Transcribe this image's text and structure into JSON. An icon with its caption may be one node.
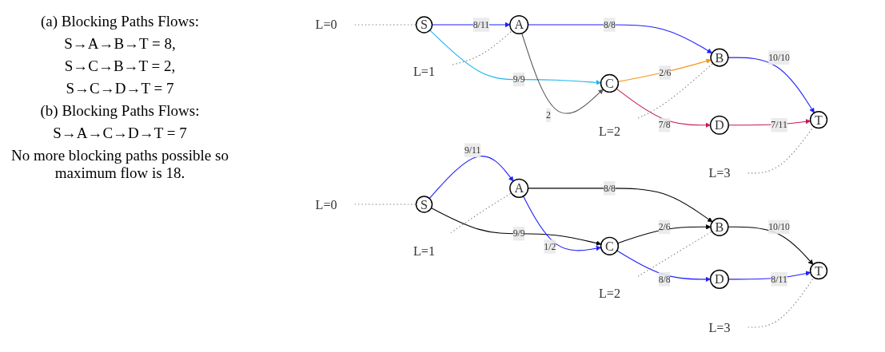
{
  "diagram": {
    "nodes": [
      {
        "text": [
          "L=0"
        ]
      },
      {
        "text": [
          "L=1"
        ]
      },
      {
        "text": [
          "L=2"
        ]
      },
      {
        "text": [
          "L=3"
        ]
      },
      {
        "text": [
          "A"
        ]
      },
      {
        "text": [
          "B"
        ]
      },
      {
        "text": [
          "S"
        ]
      },
      {
        "text": [
          "T"
        ]
      },
      {
        "text": [
          "C"
        ]
      },
      {
        "text": [
          "D"
        ]
      },
      {
        "text": [
          "L=0"
        ]
      },
      {
        "text": [
          "L=1"
        ]
      },
      {
        "text": [
          "L=2"
        ]
      },
      {
        "text": [
          "L=3"
        ]
      },
      {
        "text": [
          "A"
        ]
      },
      {
        "text": [
          "B"
        ]
      },
      {
        "text": [
          "S"
        ]
      },
      {
        "text": [
          "T"
        ]
      },
      {
        "text": [
          "C"
        ]
      },
      {
        "text": [
          "D"
        ]
      }
    ],
    "edges": [
      {
        "from": 6,
        "to": 4,
        "arrow": "to",
        "label": "8/11",
        "color": "#1f1fff"
      },
      {
        "from": 4,
        "to": 5,
        "arrow": "to",
        "label": "8/8",
        "color": "#1f1fff"
      },
      {
        "from": 5,
        "to": 7,
        "arrow": "to",
        "label": "10/10",
        "color": "#1f1fff"
      },
      {
        "from": 6,
        "to": 8,
        "arrow": "to",
        "label": "9/9",
        "color": "#1fb4ee"
      },
      {
        "from": 4,
        "to": 8,
        "arrow": "to",
        "label": "2",
        "color": "#555555"
      },
      {
        "from": 8,
        "to": 5,
        "arrow": "to",
        "label": "2/6",
        "color": "#f7941d"
      },
      {
        "from": 8,
        "to": 9,
        "arrow": "to",
        "label": "7/8",
        "color": "#c8185a"
      },
      {
        "from": 9,
        "to": 7,
        "arrow": "to",
        "label": "7/11",
        "color": "#c8185a"
      },
      {
        "from": 0,
        "to": 6,
        "arrow": "none",
        "style": "dashed",
        "color": "#808080"
      },
      {
        "from": 1,
        "to": 4,
        "arrow": "none",
        "style": "dashed",
        "color": "#808080"
      },
      {
        "from": 2,
        "to": 5,
        "arrow": "none",
        "style": "dashed",
        "color": "#808080"
      },
      {
        "from": 3,
        "to": 7,
        "arrow": "none",
        "style": "dashed",
        "color": "#808080"
      },
      {
        "from": 16,
        "to": 14,
        "arrow": "to",
        "label": "9/11",
        "color": "#1f1fff"
      },
      {
        "from": 14,
        "to": 15,
        "arrow": "to",
        "label": "8/8",
        "color": "#000000"
      },
      {
        "from": 15,
        "to": 17,
        "arrow": "to",
        "label": "10/10",
        "color": "#000000"
      },
      {
        "from": 16,
        "to": 18,
        "arrow": "to",
        "label": "9/9",
        "color": "#000000"
      },
      {
        "from": 14,
        "to": 18,
        "arrow": "to",
        "label": "1/2",
        "color": "#1f1fff"
      },
      {
        "from": 18,
        "to": 15,
        "arrow": "to",
        "label": "2/6",
        "color": "#000000"
      },
      {
        "from": 18,
        "to": 19,
        "arrow": "to",
        "label": "8/8",
        "color": "#1f1fff"
      },
      {
        "from": 19,
        "to": 17,
        "arrow": "to",
        "label": "8/11",
        "color": "#1f1fff"
      },
      {
        "from": 10,
        "to": 16,
        "arrow": "none",
        "style": "dashed",
        "color": "#808080"
      },
      {
        "from": 11,
        "to": 14,
        "arrow": "none",
        "style": "dashed",
        "color": "#808080"
      },
      {
        "from": 12,
        "to": 15,
        "arrow": "none",
        "style": "dashed",
        "color": "#808080"
      },
      {
        "from": 13,
        "to": 17,
        "arrow": "none",
        "style": "dashed",
        "color": "#808080"
      }
    ],
    "labels": [
      "(a) Blocking Paths Flows:",
      "S→A→B→T = 8,",
      "S→C→B→T = 2,",
      "S→C→D→T = 7",
      "(b) Blocking Paths Flows:",
      "S→A→C→D→T = 7",
      "No more blocking paths possible so maximum flow is 18."
    ]
  }
}
